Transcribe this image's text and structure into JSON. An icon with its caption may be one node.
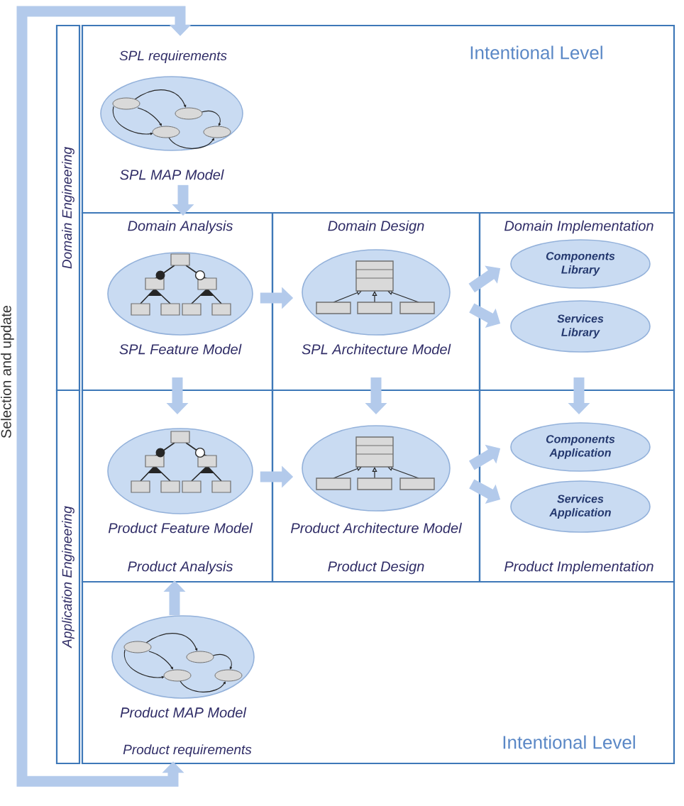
{
  "diagram": {
    "nodes": [
      {
        "text": [
          "Domain Engineering"
        ]
      },
      {
        "text": [
          "Application Engineering"
        ]
      },
      {
        "text": [
          "Intentional Level"
        ]
      },
      {
        "text": [
          "SPL requirements"
        ],
        "in": 2
      },
      {
        "text": [
          "SPL MAP Model"
        ],
        "in": 2
      },
      {
        "text": [
          "Domain Analysis"
        ]
      },
      {
        "text": [
          "SPL Feature Model"
        ],
        "in": 5
      },
      {
        "text": [
          "Domain Design"
        ]
      },
      {
        "text": [
          "SPL Architecture Model"
        ],
        "in": 7
      },
      {
        "text": [
          "Domain Implementation"
        ]
      },
      {
        "text": [
          "Components Library"
        ],
        "in": 9
      },
      {
        "text": [
          "Services Library"
        ],
        "in": 9
      },
      {
        "text": [
          "Product Analysis"
        ]
      },
      {
        "text": [
          "Product Feature Model"
        ],
        "in": 12
      },
      {
        "text": [
          "Product Design"
        ]
      },
      {
        "text": [
          "Product Architecture Model"
        ],
        "in": 14
      },
      {
        "text": [
          "Product Implementation"
        ]
      },
      {
        "text": [
          "Components Application"
        ],
        "in": 16
      },
      {
        "text": [
          "Services Application"
        ],
        "in": 16
      },
      {
        "text": [
          "Intentional Level"
        ]
      },
      {
        "text": [
          "Product MAP Model"
        ],
        "in": 19
      },
      {
        "text": [
          "Product requirements"
        ],
        "in": 19
      }
    ],
    "edges": [
      {
        "from": 4,
        "to": 5,
        "arrow": "to"
      },
      {
        "from": 6,
        "to": 8,
        "arrow": "to"
      },
      {
        "from": 8,
        "to": 10,
        "arrow": "to"
      },
      {
        "from": 8,
        "to": 11,
        "arrow": "to"
      },
      {
        "from": 5,
        "to": 12,
        "arrow": "to"
      },
      {
        "from": 7,
        "to": 14,
        "arrow": "to"
      },
      {
        "from": 9,
        "to": 16,
        "arrow": "to"
      },
      {
        "from": 13,
        "to": 15,
        "arrow": "to"
      },
      {
        "from": 15,
        "to": 17,
        "arrow": "to"
      },
      {
        "from": 15,
        "to": 18,
        "arrow": "to"
      },
      {
        "from": 20,
        "to": 12,
        "arrow": "to"
      },
      {
        "from": 21,
        "to": 3,
        "arrow": "both",
        "label": "Selection and update"
      }
    ]
  }
}
